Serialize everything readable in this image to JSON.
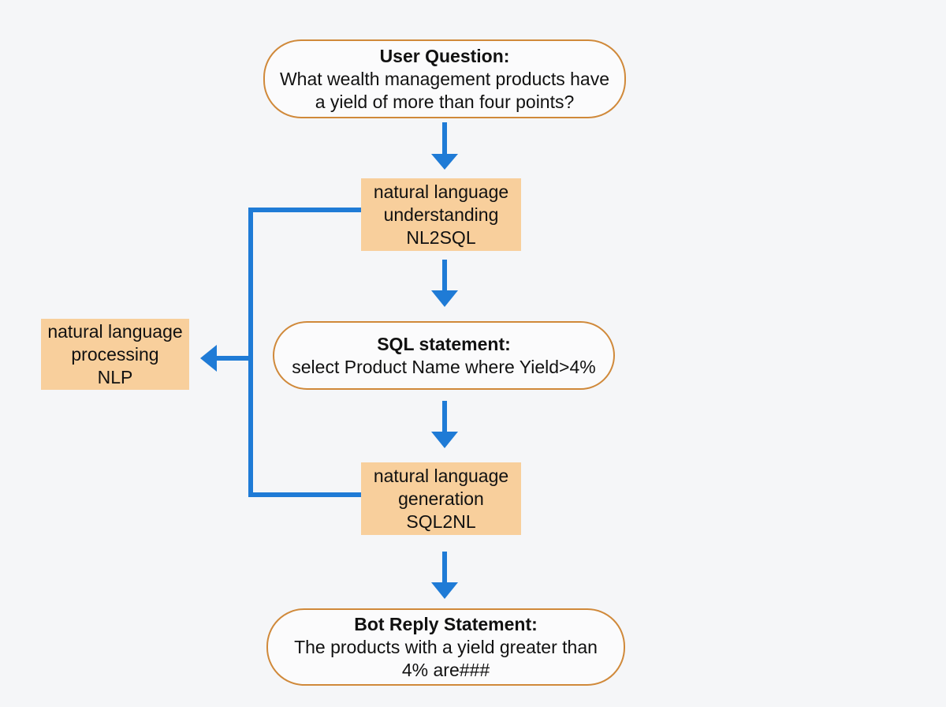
{
  "nodes": {
    "question": {
      "title": "User Question:",
      "lines": [
        "What wealth management products have",
        "a yield of more than four points?"
      ]
    },
    "nlu": {
      "lines": [
        "natural language",
        "understanding",
        "NL2SQL"
      ]
    },
    "sql": {
      "title": "SQL statement:",
      "lines": [
        "select Product Name where Yield>4%"
      ]
    },
    "nlg": {
      "lines": [
        "natural language",
        "generation",
        "SQL2NL"
      ]
    },
    "reply": {
      "title": "Bot Reply Statement:",
      "lines": [
        "The products with a yield greater than",
        "4% are###"
      ]
    },
    "nlp": {
      "lines": [
        "natural language",
        "processing",
        "NLP"
      ]
    }
  },
  "colors": {
    "arrow": "#1f7bd6",
    "pill_border": "#d0893a",
    "box_fill": "#f8cf9c",
    "background": "#f5f6f8"
  }
}
